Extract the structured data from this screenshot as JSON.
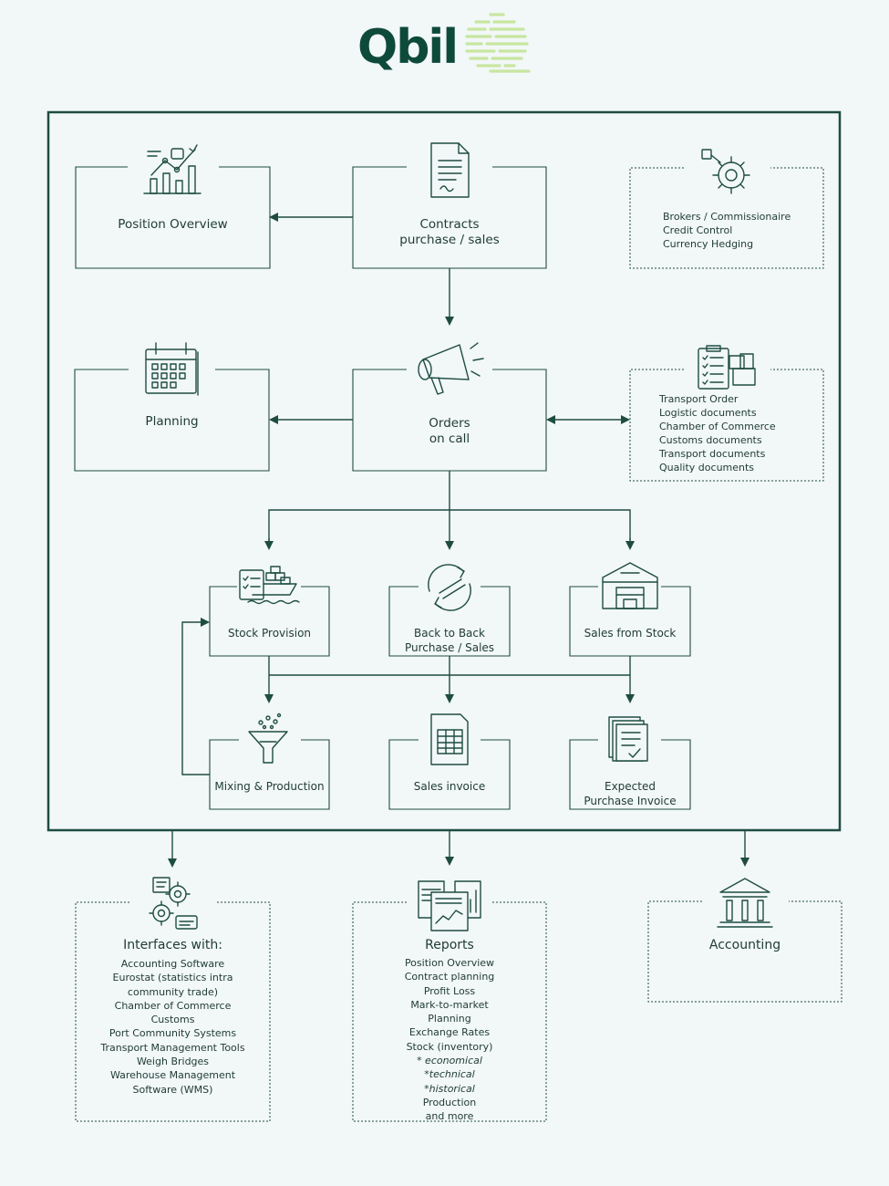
{
  "brand": {
    "logo_text": "Qbil",
    "dark": "#0e4a3a",
    "accent": "#c8e6a0",
    "line": "#1e4d40"
  },
  "nodes": {
    "position_overview": {
      "label": "Position Overview",
      "icon": "bar-chart-icon"
    },
    "contracts": {
      "line1": "Contracts",
      "line2": "purchase / sales",
      "icon": "document-icon"
    },
    "brokers": {
      "items": [
        "Brokers / Commissionaire",
        "Credit Control",
        "Currency Hedging"
      ],
      "icon": "gear-icon"
    },
    "planning": {
      "label": "Planning",
      "icon": "calendar-icon"
    },
    "orders": {
      "line1": "Orders",
      "line2": "on call",
      "icon": "megaphone-icon"
    },
    "transport": {
      "items": [
        "Transport Order",
        "Logistic documents",
        "Chamber of Commerce",
        "Customs documents",
        "Transport documents",
        "Quality documents"
      ],
      "icon": "clipboard-icon"
    },
    "stock_provision": {
      "label": "Stock Provision",
      "icon": "ship-icon"
    },
    "back_to_back": {
      "line1": "Back to Back",
      "line2": "Purchase / Sales",
      "icon": "exchange-icon"
    },
    "sales_from_stock": {
      "label": "Sales from Stock",
      "icon": "warehouse-icon"
    },
    "mixing": {
      "label": "Mixing & Production",
      "icon": "funnel-icon"
    },
    "sales_invoice": {
      "label": "Sales invoice",
      "icon": "spreadsheet-icon"
    },
    "expected_invoice": {
      "line1": "Expected",
      "line2": "Purchase Invoice",
      "icon": "stacked-documents-icon"
    },
    "interfaces": {
      "title": "Interfaces with:",
      "items": [
        "Accounting Software",
        "Eurostat (statistics intra",
        "community trade)",
        "Chamber of Commerce",
        "Customs",
        "Port Community Systems",
        "Transport Management Tools",
        "Weigh Bridges",
        "Warehouse Management",
        "Software (WMS)"
      ],
      "icon": "gears-icon"
    },
    "reports": {
      "title": "Reports",
      "items": [
        "Position Overview",
        "Contract planning",
        "Profit Loss",
        "Mark-to-market",
        "Planning",
        "Exchange Rates",
        "Stock (inventory)",
        "* economical",
        "*technical",
        "*historical",
        "Production",
        "and more"
      ],
      "icon": "reports-icon"
    },
    "accounting": {
      "label": "Accounting",
      "icon": "bank-icon"
    }
  }
}
